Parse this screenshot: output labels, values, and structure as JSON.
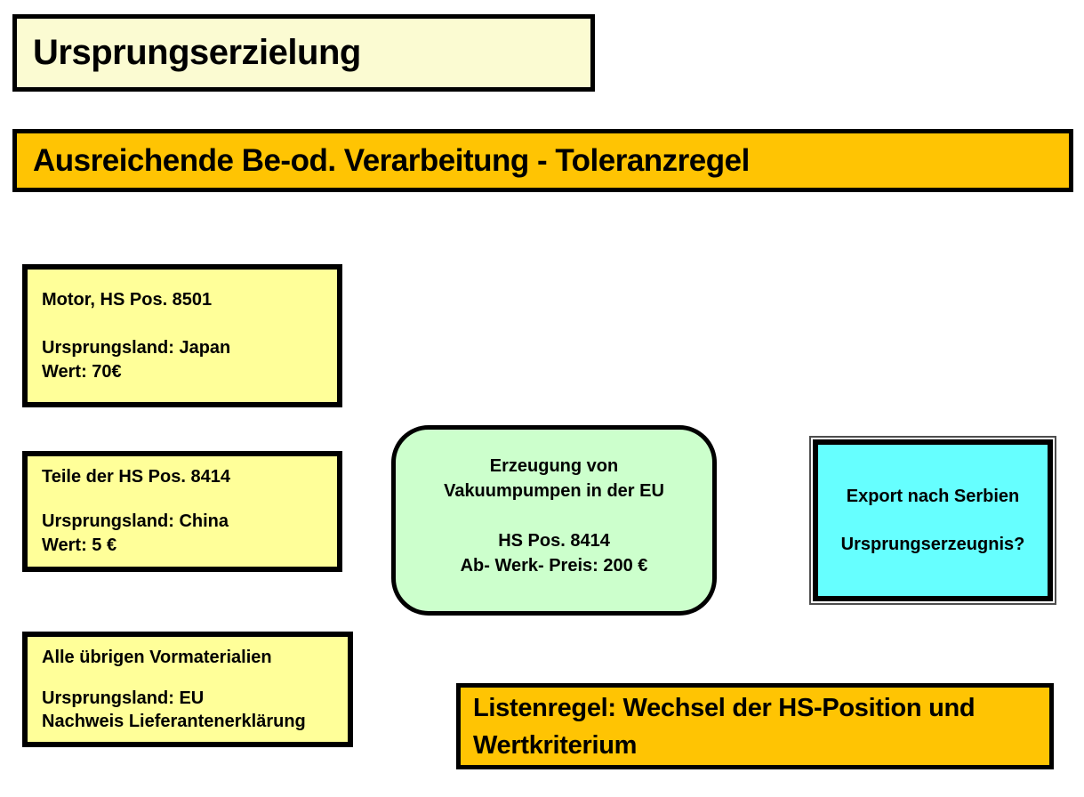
{
  "slide": {
    "background": "#ffffff",
    "colors": {
      "pale_yellow": "#FBFBD2",
      "orange": "#FFC403",
      "yellow": "#FFFF99",
      "green": "#CCFFCC",
      "cyan": "#66FFFF",
      "border": "#000000"
    }
  },
  "title_box": {
    "label": "Ursprungserzielung"
  },
  "banner": {
    "label": "Ausreichende Be-od. Verarbeitung - Toleranzregel"
  },
  "material_boxes": [
    {
      "title": "Motor, HS Pos. 8501",
      "line1": "Ursprungsland: Japan",
      "line2": "Wert: 70€"
    },
    {
      "title": "Teile der HS Pos. 8414",
      "line1": "Ursprungsland: China",
      "line2": "Wert: 5 €"
    },
    {
      "title": "Alle übrigen Vormaterialien",
      "line1": "Ursprungsland: EU",
      "line2": "Nachweis Lieferantenerklärung"
    }
  ],
  "process_box": {
    "lines": [
      "Erzeugung von",
      "Vakuumpumpen in der EU",
      "",
      "HS Pos. 8414",
      "Ab- Werk- Preis: 200 €"
    ]
  },
  "export_box": {
    "lines": [
      "Export nach Serbien",
      "",
      "Ursprungserzeugnis?"
    ]
  },
  "rule_box": {
    "label": "Listenregel: Wechsel der HS-Position und Wertkriterium"
  }
}
